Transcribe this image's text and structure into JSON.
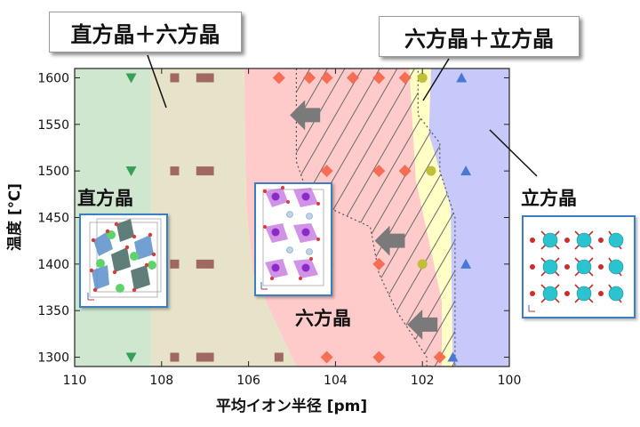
{
  "callouts": {
    "left": "直方晶＋六方晶",
    "right": "六方晶＋立方晶"
  },
  "phase_labels": {
    "orthorhombic": "直方晶",
    "hexagonal": "六方晶",
    "cubic": "立方晶"
  },
  "colors": {
    "orthorhombic_region": "#cfe6cf",
    "ortho_hex_region": "#e6e3c9",
    "hexagonal_region": "#ffcaca",
    "hex_cubic_region": "#ffffc6",
    "cubic_region": "#c7c9fb",
    "marker_orthorhombic": "#36a057",
    "marker_mixed_oh": "#a0685e",
    "marker_hexagonal": "#f5694e",
    "marker_mixed_hc": "#bfbf3a",
    "marker_cubic": "#4a76d6",
    "arrow": "#7a7a7a"
  },
  "chart_data": {
    "type": "scatter",
    "xlabel": "平均イオン半径 [pm]",
    "ylabel": "温度 [℃]",
    "xlim": [
      110,
      100
    ],
    "ylim": [
      1290,
      1610
    ],
    "x_reversed": true,
    "x_ticks": [
      110,
      108,
      106,
      104,
      102,
      100
    ],
    "y_ticks": [
      1300,
      1350,
      1400,
      1450,
      1500,
      1550,
      1600
    ],
    "grid": false,
    "series": [
      {
        "marker": "triangle-down",
        "points": [
          [
            108.7,
            1600
          ],
          [
            108.7,
            1500
          ],
          [
            108.7,
            1400
          ],
          [
            108.7,
            1300
          ]
        ]
      },
      {
        "marker": "square",
        "points": [
          [
            107.7,
            1600
          ],
          [
            107.1,
            1600
          ],
          [
            106.9,
            1600
          ],
          [
            107.7,
            1500
          ],
          [
            107.1,
            1500
          ],
          [
            106.9,
            1500
          ],
          [
            107.7,
            1400
          ],
          [
            107.1,
            1400
          ],
          [
            106.9,
            1400
          ],
          [
            107.7,
            1300
          ],
          [
            107.1,
            1300
          ],
          [
            106.9,
            1300
          ],
          [
            105.3,
            1300
          ]
        ]
      },
      {
        "marker": "diamond",
        "points": [
          [
            105.3,
            1600
          ],
          [
            104.6,
            1600
          ],
          [
            104.2,
            1600
          ],
          [
            103.6,
            1600
          ],
          [
            103.0,
            1600
          ],
          [
            102.4,
            1600
          ],
          [
            104.2,
            1500
          ],
          [
            103.0,
            1500
          ],
          [
            102.4,
            1500
          ],
          [
            104.2,
            1400
          ],
          [
            103.0,
            1400
          ],
          [
            104.2,
            1300
          ],
          [
            103.0,
            1300
          ],
          [
            101.6,
            1300
          ]
        ]
      },
      {
        "marker": "circle",
        "points": [
          [
            102.0,
            1600
          ],
          [
            101.8,
            1500
          ],
          [
            102.0,
            1400
          ]
        ]
      },
      {
        "marker": "triangle-up",
        "points": [
          [
            101.1,
            1600
          ],
          [
            101.0,
            1500
          ],
          [
            101.0,
            1400
          ],
          [
            101.3,
            1300
          ]
        ]
      }
    ],
    "regions": [
      {
        "phase": "orthorhombic",
        "boundary": [
          [
            110,
            1290
          ],
          [
            108.25,
            1290
          ],
          [
            108.25,
            1610
          ],
          [
            110,
            1610
          ]
        ]
      },
      {
        "phase": "ortho_hex",
        "boundary": [
          [
            108.25,
            1290
          ],
          [
            104.9,
            1290
          ],
          [
            105.9,
            1390
          ],
          [
            106.05,
            1460
          ],
          [
            106.1,
            1610
          ],
          [
            108.25,
            1610
          ]
        ]
      },
      {
        "phase": "hexagonal",
        "boundary": [
          [
            104.9,
            1290
          ],
          [
            101.55,
            1290
          ],
          [
            101.55,
            1360
          ],
          [
            102.15,
            1490
          ],
          [
            102.3,
            1610
          ],
          [
            106.1,
            1610
          ],
          [
            106.05,
            1460
          ],
          [
            105.9,
            1390
          ]
        ]
      },
      {
        "phase": "hex_cubic",
        "boundary": [
          [
            101.55,
            1290
          ],
          [
            101.3,
            1290
          ],
          [
            101.35,
            1460
          ],
          [
            101.85,
            1540
          ],
          [
            101.8,
            1610
          ],
          [
            102.3,
            1610
          ],
          [
            102.15,
            1490
          ],
          [
            101.55,
            1360
          ]
        ]
      },
      {
        "phase": "cubic",
        "boundary": [
          [
            101.3,
            1290
          ],
          [
            100,
            1290
          ],
          [
            100,
            1610
          ],
          [
            101.8,
            1610
          ],
          [
            101.85,
            1540
          ],
          [
            101.35,
            1460
          ]
        ]
      }
    ],
    "hatched_region": [
      [
        104.9,
        1610
      ],
      [
        104.9,
        1510
      ],
      [
        104.6,
        1470
      ],
      [
        103.2,
        1440
      ],
      [
        103.0,
        1390
      ],
      [
        102.6,
        1350
      ],
      [
        101.9,
        1300
      ],
      [
        101.9,
        1290
      ],
      [
        101.25,
        1290
      ],
      [
        101.25,
        1450
      ],
      [
        101.6,
        1500
      ],
      [
        101.6,
        1530
      ],
      [
        102.1,
        1560
      ],
      [
        102.1,
        1610
      ]
    ],
    "arrows_pointing_left": [
      [
        104.7,
        1560
      ],
      [
        102.75,
        1425
      ],
      [
        102.0,
        1335
      ]
    ]
  }
}
